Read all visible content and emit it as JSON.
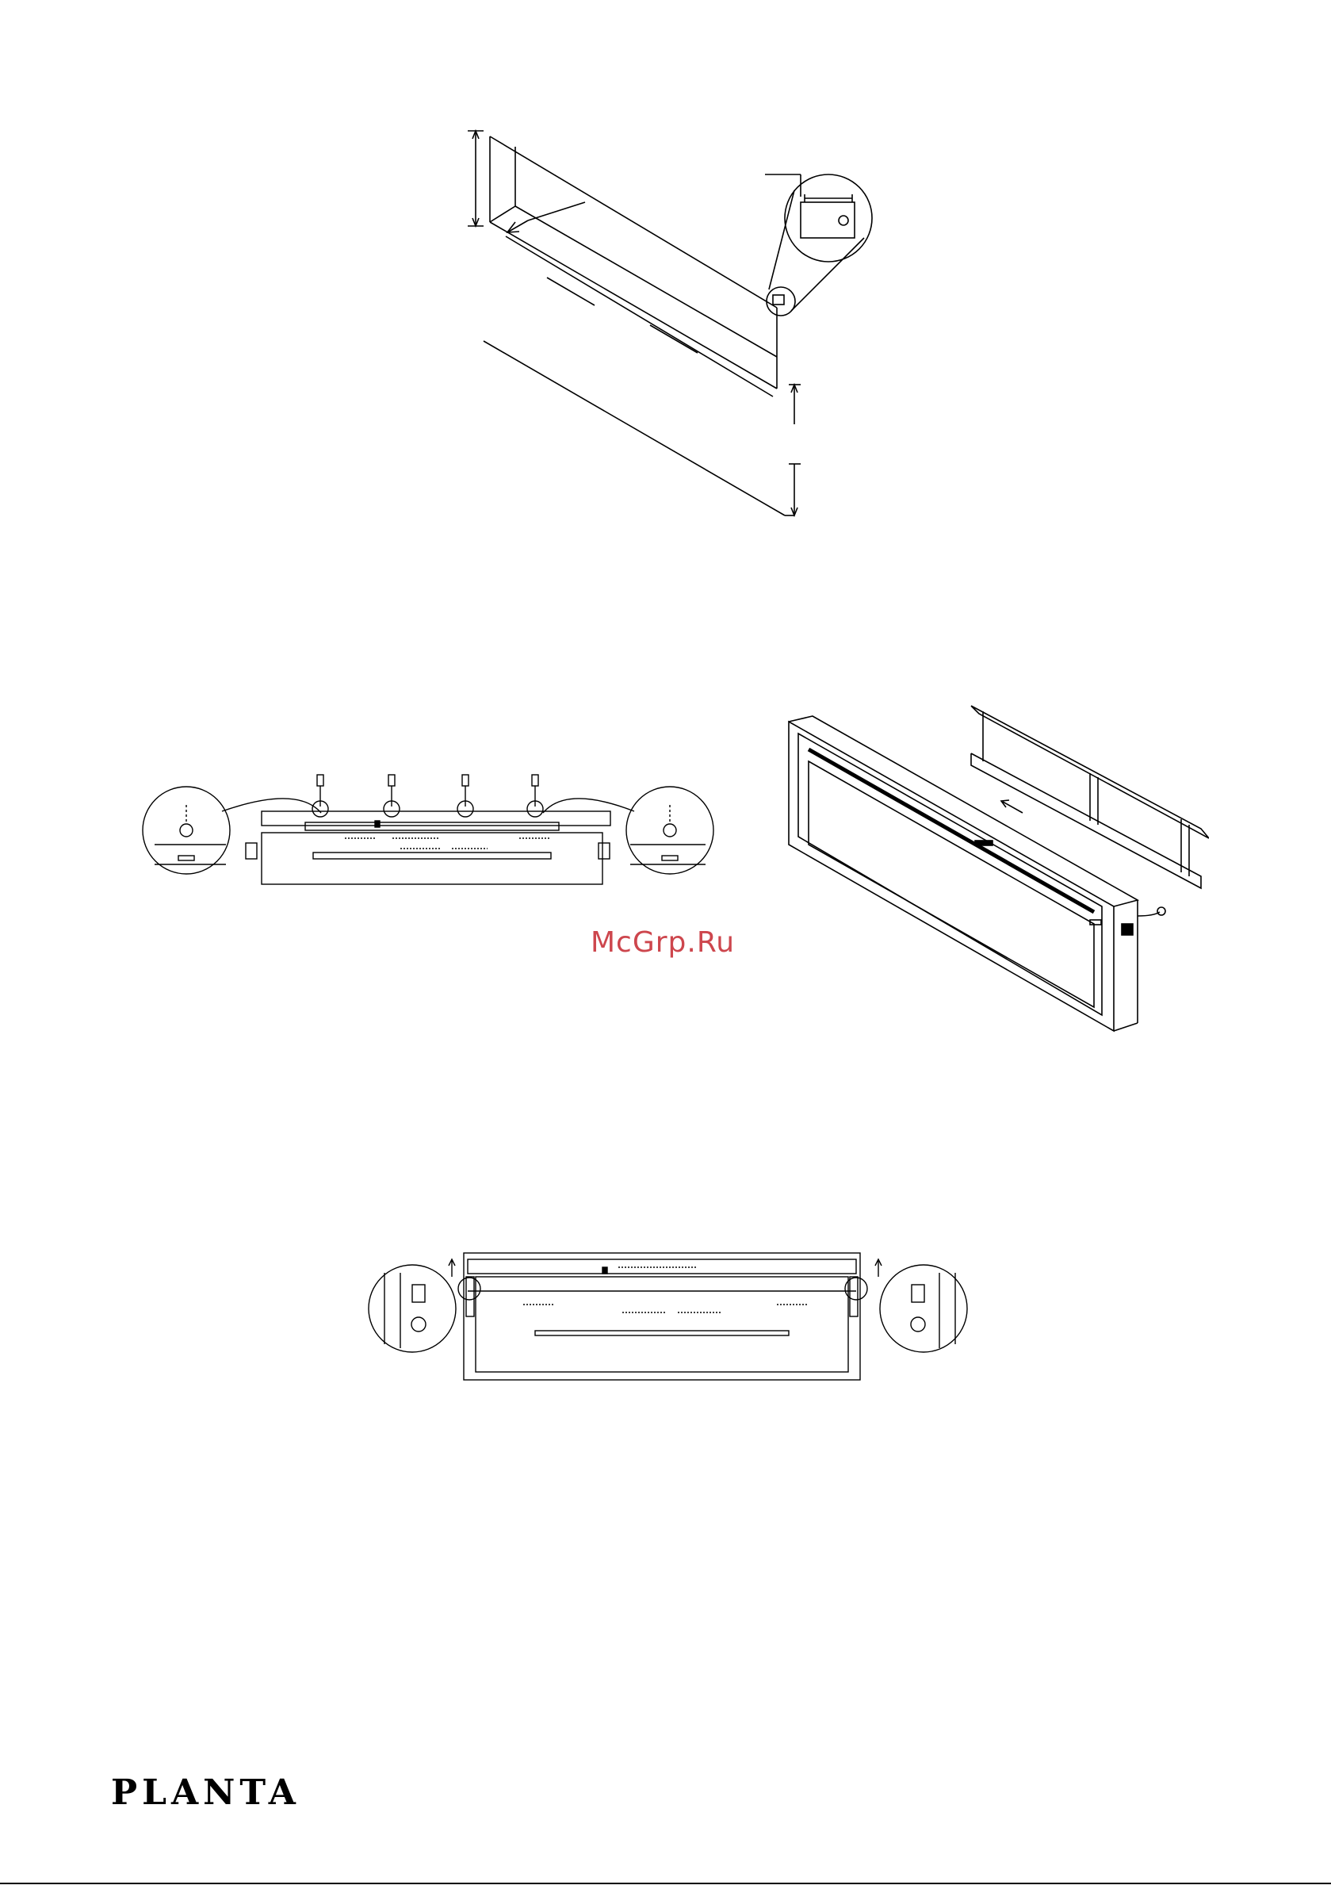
{
  "watermark": {
    "text": "McGrp.Ru"
  },
  "footer": {
    "brand_logo": "PLANTA"
  },
  "colors": {
    "line": "#000000",
    "watermark": "#c8323a",
    "background": "#ffffff"
  },
  "figures": [
    {
      "name": "recess-dimension-diagram"
    },
    {
      "name": "bracket-screw-mount-diagram"
    },
    {
      "name": "frame-attach-diagram"
    },
    {
      "name": "hook-on-diagram"
    }
  ]
}
